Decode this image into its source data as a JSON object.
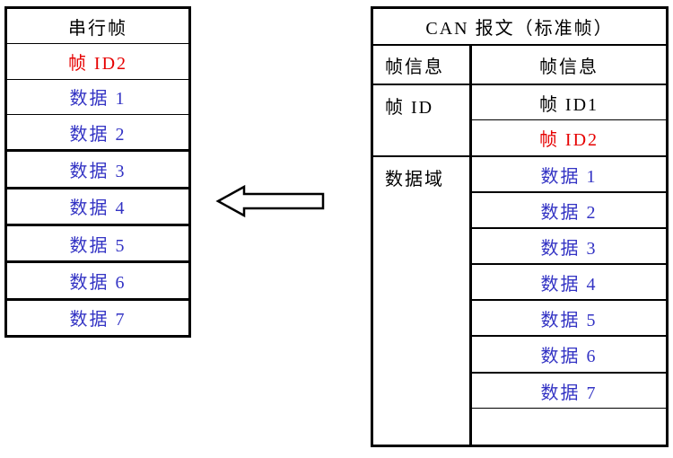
{
  "colors": {
    "black": "#000000",
    "red": "#e60000",
    "blue": "#3333c4",
    "border": "#000000"
  },
  "icons": {
    "arrow": "left-block-arrow"
  },
  "left_table": {
    "title": "串行帧",
    "rows": [
      {
        "text": "帧 ID2",
        "color": "#e60000"
      },
      {
        "text": "数据 1",
        "color": "#3333c4"
      },
      {
        "text": "数据 2",
        "color": "#3333c4"
      },
      {
        "text": "数据 3",
        "color": "#3333c4"
      },
      {
        "text": "数据 4",
        "color": "#3333c4"
      },
      {
        "text": "数据 5",
        "color": "#3333c4"
      },
      {
        "text": "数据 6",
        "color": "#3333c4"
      },
      {
        "text": "数据 7",
        "color": "#3333c4"
      }
    ]
  },
  "right_table": {
    "title": "CAN 报文（标准帧）",
    "info": {
      "left": "帧信息",
      "right": "帧信息"
    },
    "id": {
      "label": "帧 ID",
      "rows": [
        {
          "text": "帧 ID1",
          "color": "#000000"
        },
        {
          "text": "帧 ID2",
          "color": "#e60000"
        }
      ]
    },
    "data": {
      "label": "数据域",
      "rows": [
        {
          "text": "数据 1",
          "color": "#3333c4"
        },
        {
          "text": "数据 2",
          "color": "#3333c4"
        },
        {
          "text": "数据 3",
          "color": "#3333c4"
        },
        {
          "text": "数据 4",
          "color": "#3333c4"
        },
        {
          "text": "数据 5",
          "color": "#3333c4"
        },
        {
          "text": "数据 6",
          "color": "#3333c4"
        },
        {
          "text": "数据 7",
          "color": "#3333c4"
        }
      ],
      "empty": ""
    }
  }
}
